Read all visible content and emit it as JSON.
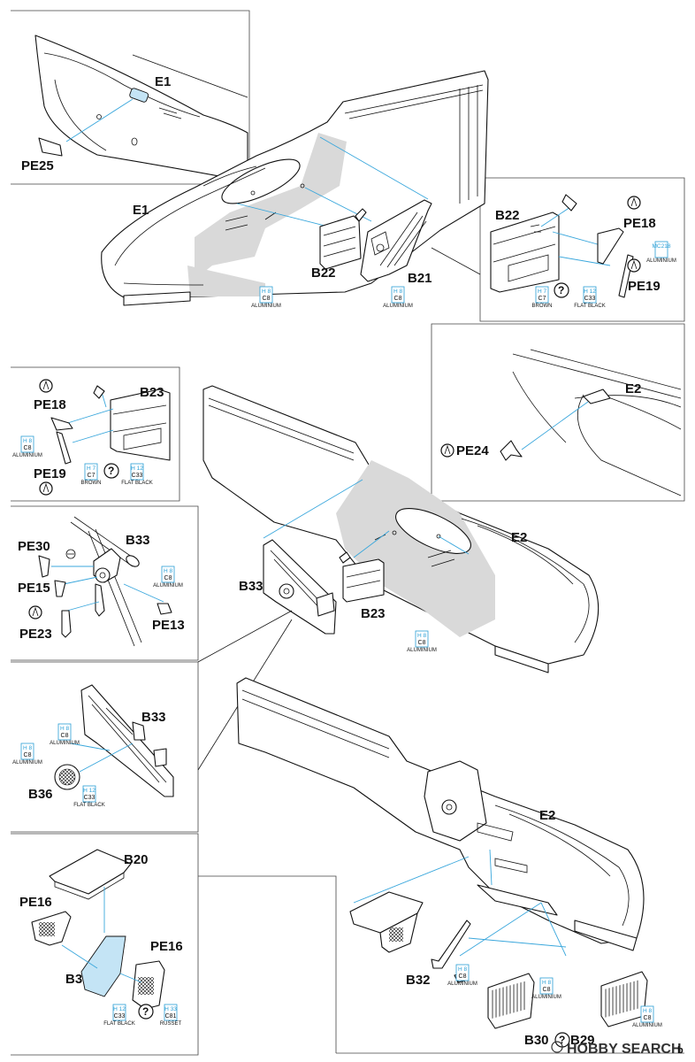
{
  "labels": {
    "e1_top": "E1",
    "pe25": "PE25",
    "e1_main": "E1",
    "b22_main": "B22",
    "b21": "B21",
    "b22_inset": "B22",
    "pe18_inset": "PE18",
    "pe19_inset": "PE19",
    "e2_inset": "E2",
    "pe24": "PE24",
    "b23_inset": "B23",
    "pe18_left": "PE18",
    "pe19_left": "PE19",
    "e2_mid": "E2",
    "b23_mid": "B23",
    "b33_detail": "B33",
    "pe30": "PE30",
    "pe15": "PE15",
    "pe23": "PE23",
    "pe13": "PE13",
    "b33_mid": "B33",
    "b33_inset": "B33",
    "b36": "B36",
    "b20": "B20",
    "pe16_left": "PE16",
    "b3": "B3",
    "pe16_right": "PE16",
    "e2_bottom": "E2",
    "b32": "B32",
    "b30": "B30",
    "b29": "B29"
  },
  "paints": {
    "p1": {
      "code": "H 8",
      "main": "C8",
      "name": "ALUMINIUM"
    },
    "p2": {
      "code": "H 8",
      "main": "C8",
      "name": "ALUMINIUM"
    },
    "p3": {
      "code": "MC218",
      "main": "",
      "name": "ALUMINIUM"
    },
    "p4": {
      "code": "H 7",
      "main": "C7",
      "name": "BROWN"
    },
    "p5": {
      "code": "H 12",
      "main": "C33",
      "name": "FLAT BLACK"
    },
    "p6": {
      "code": "H 8",
      "main": "C8",
      "name": "ALUMINIUM"
    },
    "p7": {
      "code": "H 7",
      "main": "C7",
      "name": "BROWN"
    },
    "p8": {
      "code": "H 12",
      "main": "C33",
      "name": "FLAT BLACK"
    },
    "p9": {
      "code": "H 8",
      "main": "C8",
      "name": "ALUMINIUM"
    },
    "p10": {
      "code": "H 8",
      "main": "C8",
      "name": "ALUMINIUM"
    },
    "p11": {
      "code": "H 8",
      "main": "C8",
      "name": "ALUMINIUM"
    },
    "p12": {
      "code": "H 8",
      "main": "C8",
      "name": "ALUMINIUM"
    },
    "p13": {
      "code": "H 12",
      "main": "C33",
      "name": "FLAT BLACK"
    },
    "p14": {
      "code": "H 12",
      "main": "C33",
      "name": "FLAT BLACK"
    },
    "p15": {
      "code": "H 33",
      "main": "C81",
      "name": "RUSSET"
    },
    "p16": {
      "code": "H 8",
      "main": "C8",
      "name": "ALUMINIUM"
    },
    "p17": {
      "code": "H 8",
      "main": "C8",
      "name": "ALUMINIUM"
    },
    "p18": {
      "code": "H 8",
      "main": "C8",
      "name": "ALUMINIUM"
    }
  },
  "symbols": {
    "question": "?"
  },
  "watermark": {
    "text": "HOBBY SEARCH"
  },
  "page_mark": "b"
}
